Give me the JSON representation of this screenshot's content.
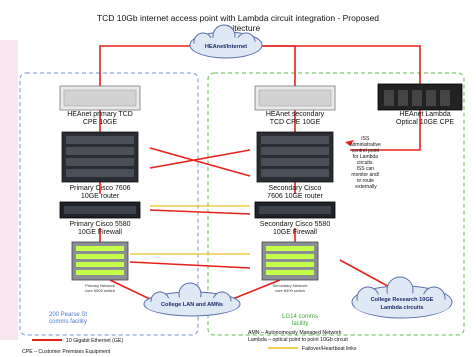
{
  "diagram": {
    "title_line1": "TCD 10Gb internet access point with Lambda circuit integration - Proposed",
    "title_line2": "architecture",
    "clouds": {
      "heanet": "HEAnet/Internet",
      "college_lan": "College LAN and AMNs",
      "research_line1": "College Research 10GE",
      "research_line2": "Lambda circuits"
    },
    "devices": {
      "cpe_primary_line1": "HEAnet primary TCD",
      "cpe_primary_line2": "CPE 10GE",
      "cpe_secondary_line1": "HEAnet secondary",
      "cpe_secondary_line2": "TCD CPE 10GE",
      "lambda_line1": "HEAnet Lambda",
      "lambda_line2": "Optical 10GE CPE",
      "router_primary_line1": "Primary Cisco 7606",
      "router_primary_line2": "10GE router",
      "router_secondary_line1": "Secondary Cisco",
      "router_secondary_line2": "7606 10GE router",
      "fw_primary_line1": "Primary Cisco 5580",
      "fw_primary_line2": "10GE Firewall",
      "fw_secondary_line1": "Secondary Cisco 5580",
      "fw_secondary_line2": "10GE Firewall",
      "switch_primary_line1": "Primary Network",
      "switch_primary_line2": "core 6509 switch",
      "switch_secondary_line1": "Secondary Network",
      "switch_secondary_line2": "core 6509 switch"
    },
    "annotation": [
      "ISS",
      "administrative",
      "control point",
      "for Lambda",
      "circuits.",
      "ISS can",
      "monitor and/",
      "or route",
      "externally"
    ],
    "facilities": {
      "primary_line1": "200 Pearse St",
      "primary_line2": "comms facility",
      "secondary_line1": "LG14 comms",
      "secondary_line2": "facility"
    },
    "legend": {
      "gige": "10 Gigabit Ethernet (GE)",
      "cpe": "CPE – Customer Premises Equipment",
      "amn": "AMN – Autonomously Managed Network",
      "lambda": "Lambda – optical point to point 10Gb circuit",
      "failover": "Failover/Heartbeat links"
    },
    "colors": {
      "link": "#e8201a",
      "primary_border": "#8ea6d6",
      "secondary_border": "#7cc96a",
      "failover": "#e8c21a",
      "cloud_fill": "#dfe8f5",
      "cloud_stroke": "#5a6fa8"
    }
  }
}
